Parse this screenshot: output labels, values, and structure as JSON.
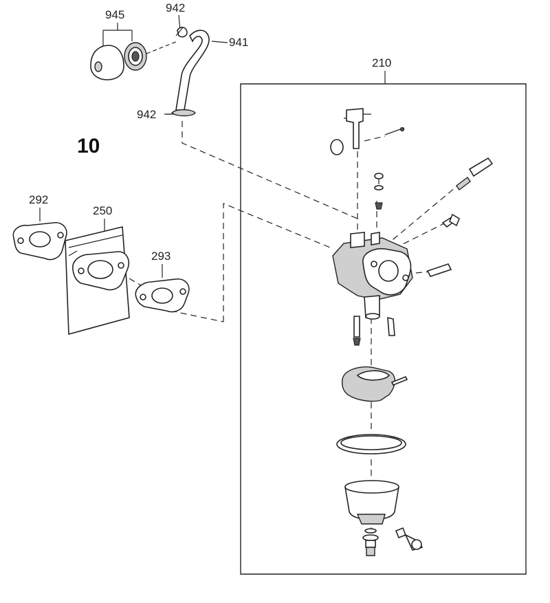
{
  "figure_number": "10",
  "callouts": {
    "p945": "945",
    "p942_top": "942",
    "p941": "941",
    "p942_mid": "942",
    "p210": "210",
    "p292": "292",
    "p250": "250",
    "p293": "293"
  }
}
